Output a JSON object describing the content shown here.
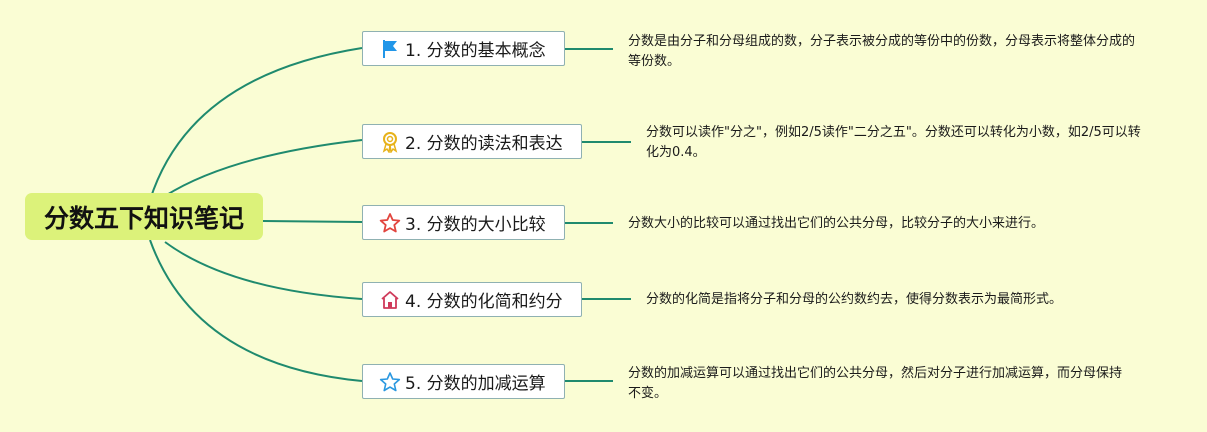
{
  "root": {
    "title": "分数五下知识笔记"
  },
  "topics": [
    {
      "label": "1. 分数的基本概念",
      "icon": "flag-icon",
      "note": "分数是由分子和分母组成的数，分子表示被分成的等份中的份数，分母表示将整体分成的等份数。"
    },
    {
      "label": "2. 分数的读法和表达",
      "icon": "ribbon-award-icon",
      "note": "分数可以读作\"分之\"，例如2/5读作\"二分之五\"。分数还可以转化为小数，如2/5可以转化为0.4。"
    },
    {
      "label": "3. 分数的大小比较",
      "icon": "star-outline-icon",
      "note": "分数大小的比较可以通过找出它们的公共分母，比较分子的大小来进行。"
    },
    {
      "label": "4. 分数的化简和约分",
      "icon": "house-icon",
      "note": "分数的化简是指将分子和分母的公约数约去，使得分数表示为最简形式。"
    },
    {
      "label": "5. 分数的加减运算",
      "icon": "star-outline-icon",
      "note": "分数的加减运算可以通过找出它们的公共分母，然后对分子进行加减运算，而分母保持不变。"
    }
  ],
  "colors": {
    "background": "#fafdd4",
    "root_fill": "#dcf27a",
    "branch_line": "#1f8a6e",
    "topic_border": "#8fb1b2",
    "flag": "#2196e8",
    "ribbon": "#e7b21a",
    "star_red": "#e2453e",
    "house": "#cf3a5a",
    "star_blue": "#2a98e0"
  }
}
